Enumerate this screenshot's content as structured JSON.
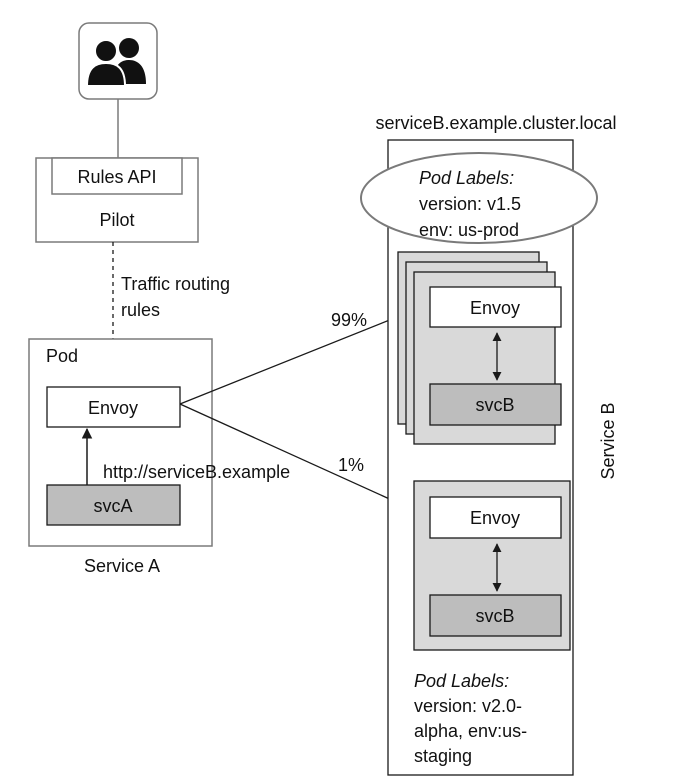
{
  "colors": {
    "line": "#1a1a1a",
    "box_border": "#7a7a7a",
    "pod_fill_gray": "#d9d9d9",
    "svc_fill_gray": "#bdbdbd",
    "icon": "#111111",
    "white": "#ffffff"
  },
  "icons": {
    "users": "users-icon"
  },
  "pilot": {
    "rules_api_label": "Rules API",
    "label": "Pilot"
  },
  "traffic_rules": {
    "line1": "Traffic routing",
    "line2": "rules"
  },
  "service_a": {
    "pod_label": "Pod",
    "envoy_label": "Envoy",
    "svc_label": "svcA",
    "url_label": "http://serviceB.example",
    "caption": "Service A"
  },
  "service_b": {
    "hostname": "serviceB.example.cluster.local",
    "caption": "Service B",
    "stable": {
      "labels_title": "Pod Labels:",
      "label_line1": "version: v1.5",
      "label_line2": "env: us-prod",
      "envoy_label": "Envoy",
      "svc_label": "svcB"
    },
    "canary": {
      "labels_title": "Pod Labels:",
      "label_line1": "version: v2.0-",
      "label_line2": "alpha, env:us-",
      "label_line3": "staging",
      "envoy_label": "Envoy",
      "svc_label": "svcB"
    }
  },
  "routing": {
    "stable_pct": "99%",
    "canary_pct": "1%"
  }
}
